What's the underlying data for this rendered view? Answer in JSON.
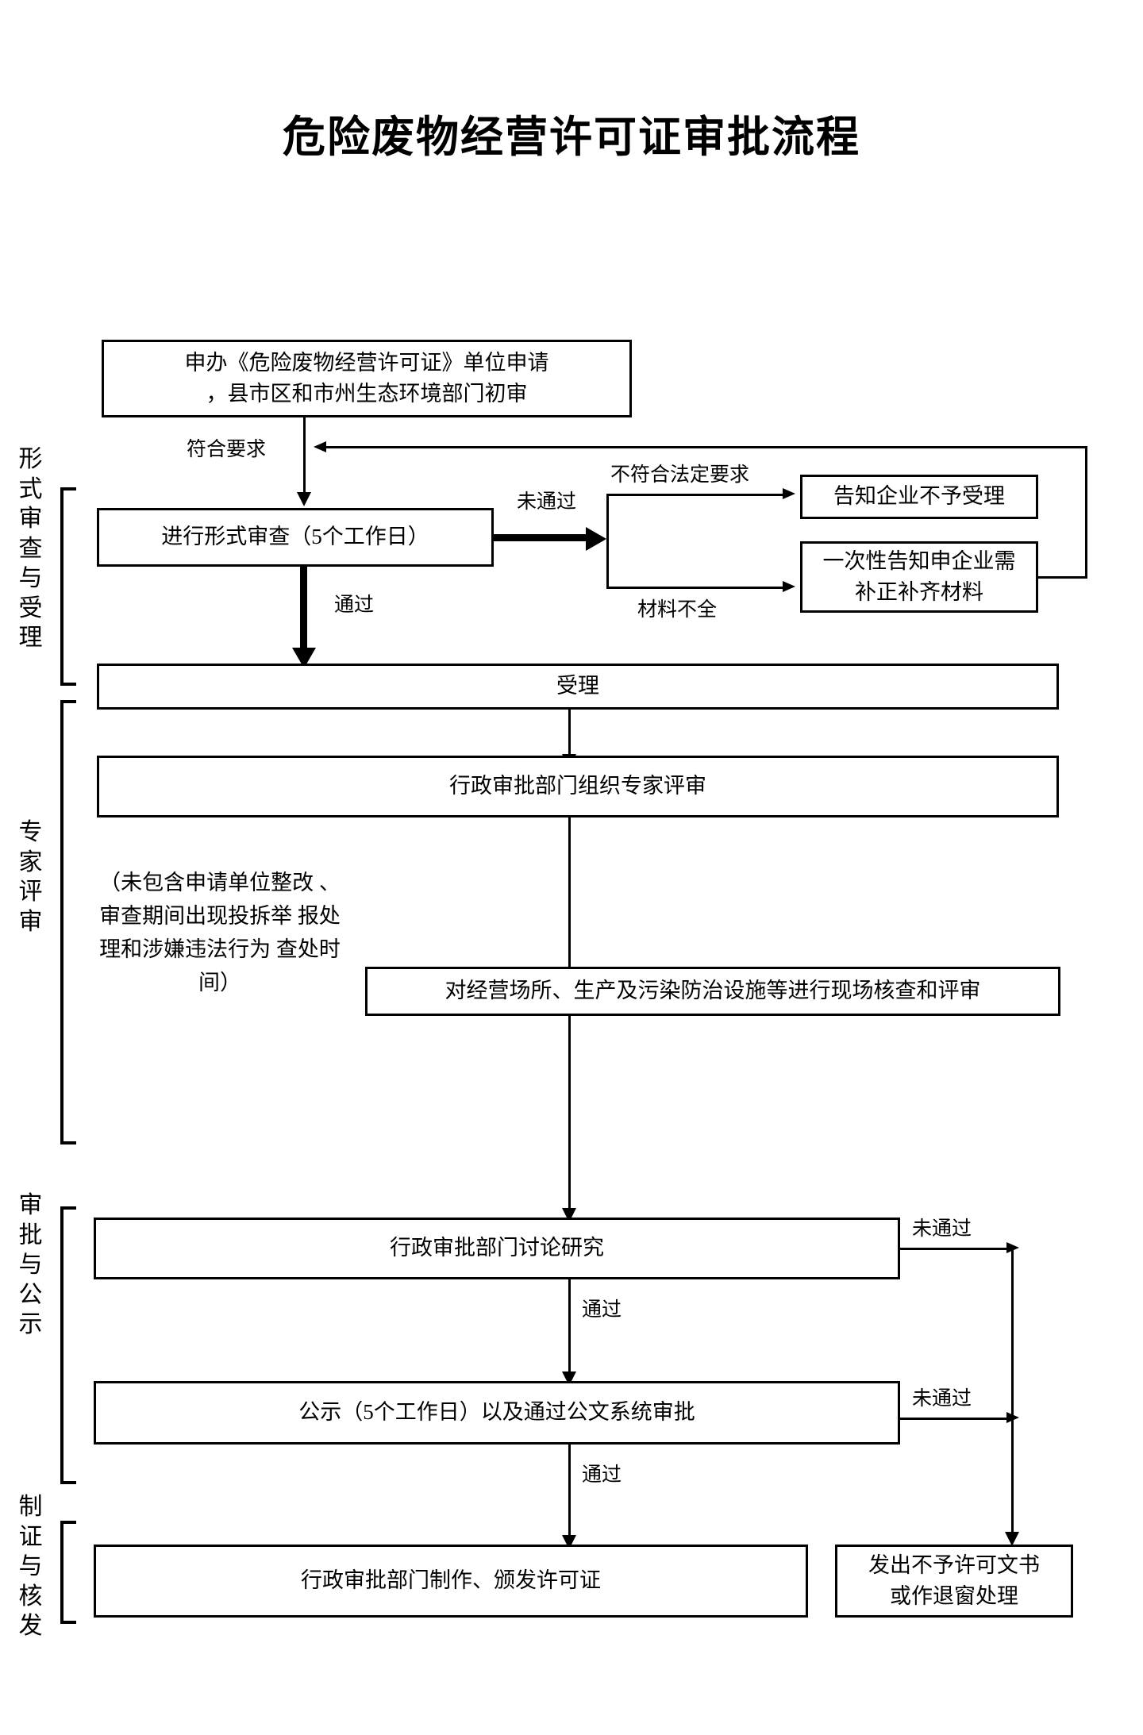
{
  "document": {
    "title": "危险废物经营许可证审批流程"
  },
  "stage_labels": [
    {
      "id": "formal-review-acceptance",
      "text": "形式审查与受理"
    },
    {
      "id": "expert-review",
      "text": "专家评审"
    },
    {
      "id": "approval-publicity",
      "text": "审批与公示"
    },
    {
      "id": "certificate-issuance",
      "text": "制证与核发"
    }
  ],
  "nodes": {
    "application": "申办《危险废物经营许可证》单位申请，县市区和市州生态环境部门初审",
    "application_line1": "申办《危险废物经营许可证》单位申请",
    "application_line2": "，县市区和市州生态环境部门初审",
    "formal_review": "进行形式审查（5个工作日）",
    "not_accepted": "告知企业不予受理",
    "supplement_line1": "一次性告知申企业需",
    "supplement_line2": "补正补齐材料",
    "accept": "受理",
    "expert_review_org": "行政审批部门组织专家评审",
    "site_inspection": "对经营场所、生产及污染防治设施等进行现场核查和评审",
    "discussion": "行政审批部门讨论研究",
    "publicity": "公示（5个工作日）以及通过公文系统审批",
    "issue_license": "行政审批部门制作、颁发许可证",
    "reject_doc_line1": "发出不予许可文书",
    "reject_doc_line2": "或作退窗处理"
  },
  "note": {
    "line1": "（未包含申请单位整改",
    "line2": "、审查期间出现投拆举",
    "line3": "报处理和涉嫌违法行为",
    "line4": "查处时间）"
  },
  "edge_labels": {
    "meets_requirement": "符合要求",
    "not_passed_1": "未通过",
    "not_conform_legal": "不符合法定要求",
    "incomplete_materials": "材料不全",
    "passed_1": "通过",
    "not_passed_2": "未通过",
    "passed_2": "通过",
    "not_passed_3": "未通过",
    "passed_3": "通过"
  },
  "colors": {
    "ink": "#000000",
    "paper": "#ffffff"
  }
}
